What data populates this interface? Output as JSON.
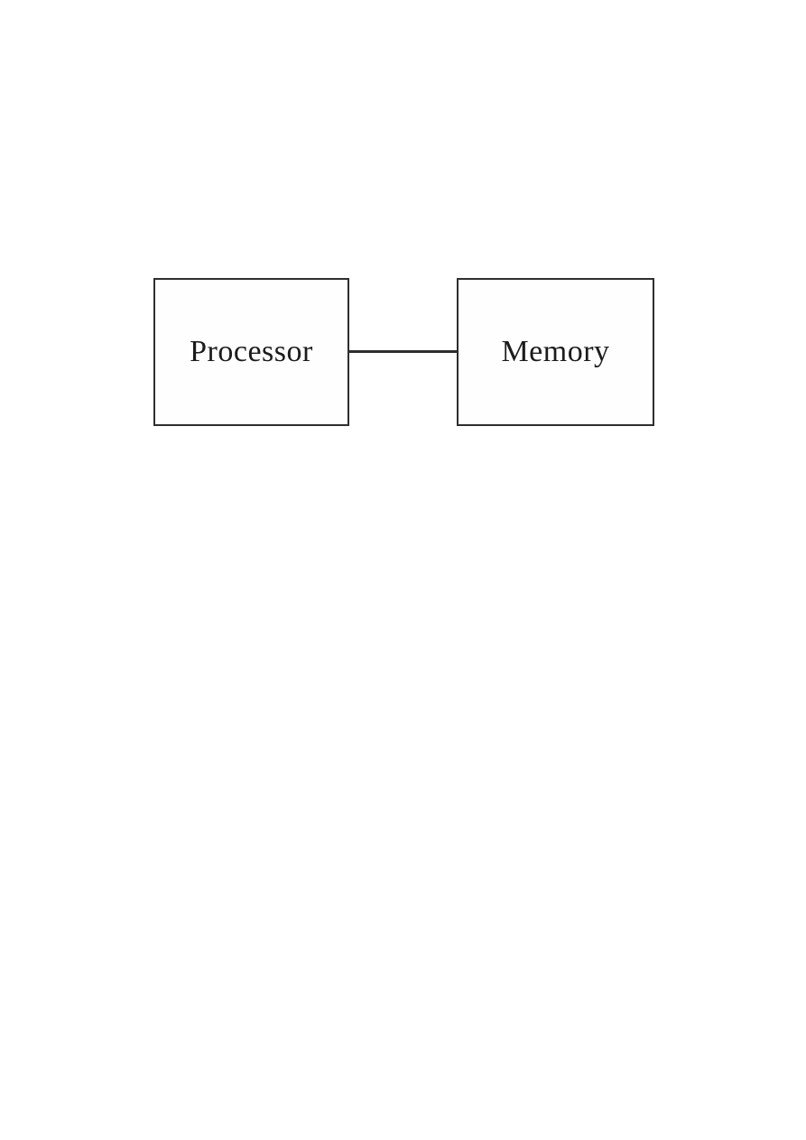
{
  "page": {
    "background": "#ffffff",
    "kind": "scanned-figure"
  },
  "diagram": {
    "type": "block-diagram",
    "nodes": [
      {
        "id": "processor",
        "label": "Processor"
      },
      {
        "id": "memory",
        "label": "Memory"
      }
    ],
    "edges": [
      {
        "from": "processor",
        "to": "memory",
        "style": "plain-horizontal-line"
      }
    ],
    "colors": {
      "border": "#2e2e2e",
      "text": "#1c1c1c",
      "fill": "#fefefe",
      "page_background": "#ffffff"
    }
  }
}
